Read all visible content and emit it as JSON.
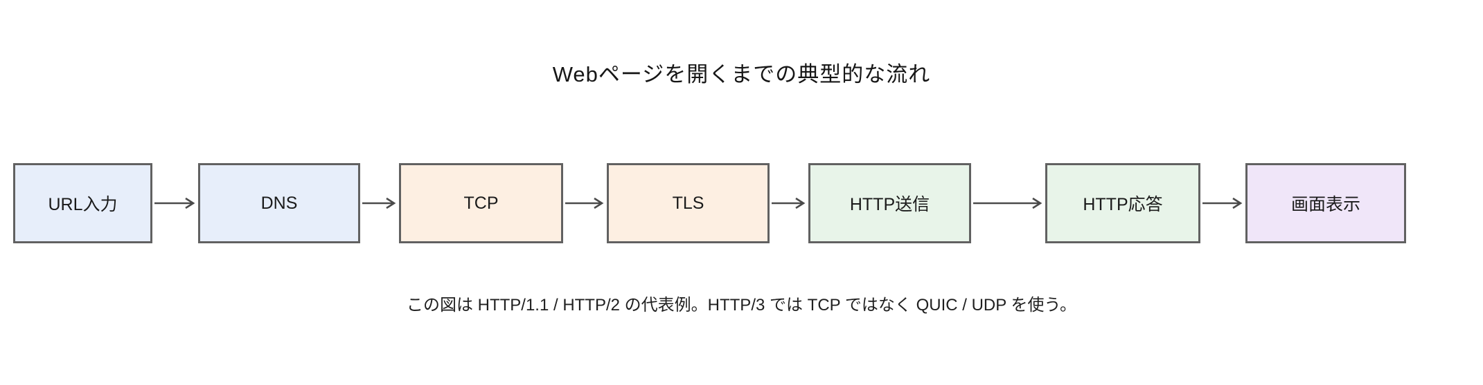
{
  "title": "Webページを開くまでの典型的な流れ",
  "note": "この図は HTTP/1.1 / HTTP/2 の代表例。HTTP/3 では TCP ではなく QUIC / UDP を使う。",
  "colors": {
    "background": "#ffffff",
    "node_border": "#616161",
    "arrow": "#4a4a4a",
    "fill_blue": "#e7eefa",
    "fill_orange": "#fdefe2",
    "fill_green": "#e8f4e9",
    "fill_purple": "#f0e6f9",
    "text": "#1a1a1a"
  },
  "flow": {
    "steps": [
      {
        "label": "URL入力",
        "fill": "#e7eefa"
      },
      {
        "label": "DNS",
        "fill": "#e7eefa"
      },
      {
        "label": "TCP",
        "fill": "#fdefe2"
      },
      {
        "label": "TLS",
        "fill": "#fdefe2"
      },
      {
        "label": "HTTP送信",
        "fill": "#e8f4e9"
      },
      {
        "label": "HTTP応答",
        "fill": "#e8f4e9"
      },
      {
        "label": "画面表示",
        "fill": "#f0e6f9"
      }
    ],
    "arrow_icon": "right-arrow"
  }
}
